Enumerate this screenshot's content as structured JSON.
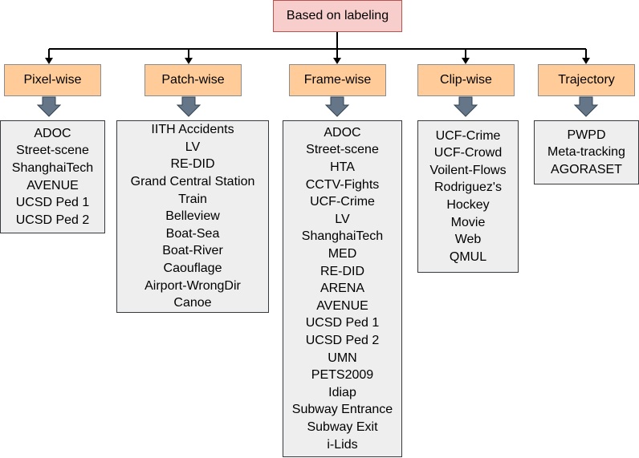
{
  "root": {
    "label": "Based on labeling"
  },
  "categories": [
    {
      "label": "Pixel-wise",
      "items": [
        "ADOC",
        "Street-scene",
        "ShanghaiTech",
        "AVENUE",
        "UCSD   Ped 1",
        "UCSD   Ped 2"
      ]
    },
    {
      "label": "Patch-wise",
      "items": [
        "IITH Accidents",
        "LV",
        "RE-DID",
        "Grand Central Station",
        "Train",
        "Belleview",
        "Boat-Sea",
        "Boat-River",
        "Caouflage",
        "Airport-WrongDir",
        "Canoe"
      ]
    },
    {
      "label": "Frame-wise",
      "items": [
        "ADOC",
        "Street-scene",
        "HTA",
        "CCTV-Fights",
        "UCF-Crime",
        "LV",
        "ShanghaiTech",
        "MED",
        "RE-DID",
        "ARENA",
        "AVENUE",
        "UCSD   Ped 1",
        "UCSD   Ped 2",
        "UMN",
        "PETS2009",
        "Idiap",
        "Subway Entrance",
        "Subway Exit",
        "i-Lids"
      ]
    },
    {
      "label": "Clip-wise",
      "items": [
        "UCF-Crime",
        "UCF-Crowd",
        "Voilent-Flows",
        "Rodriguez's",
        "Hockey",
        "Movie",
        "Web",
        "QMUL"
      ]
    },
    {
      "label": "Trajectory",
      "items": [
        "PWPD",
        "Meta-tracking",
        "AGORASET"
      ]
    }
  ],
  "colors": {
    "root_fill": "#f8cecc",
    "root_stroke": "#b85450",
    "category_fill": "#ffcc99",
    "list_fill": "#eeeeee",
    "arrow_fill": "#647687",
    "connector": "#000000"
  }
}
